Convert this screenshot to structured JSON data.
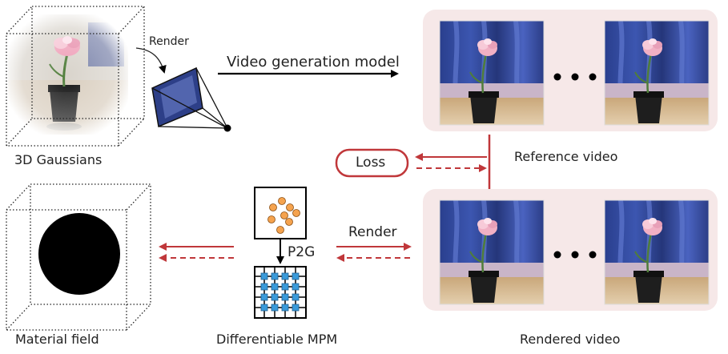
{
  "labels": {
    "render_top": "Render",
    "video_model": "Video generation model",
    "gaussians": "3D Gaussians",
    "loss": "Loss",
    "reference_video": "Reference video",
    "material_field": "Material field",
    "p2g": "P2G",
    "render_mid": "Render",
    "mpm": "Differentiable MPM",
    "rendered_video": "Rendered video"
  },
  "icons": [
    "camera-frustum-icon",
    "particles-icon",
    "grid-icon",
    "sphere-icon",
    "flower-pot-icon"
  ],
  "colors": {
    "accent_red": "#c0373a",
    "panel_pink": "#f6e8e8",
    "grid_node": "#3a9ad9",
    "particle": "#f5a34e"
  }
}
